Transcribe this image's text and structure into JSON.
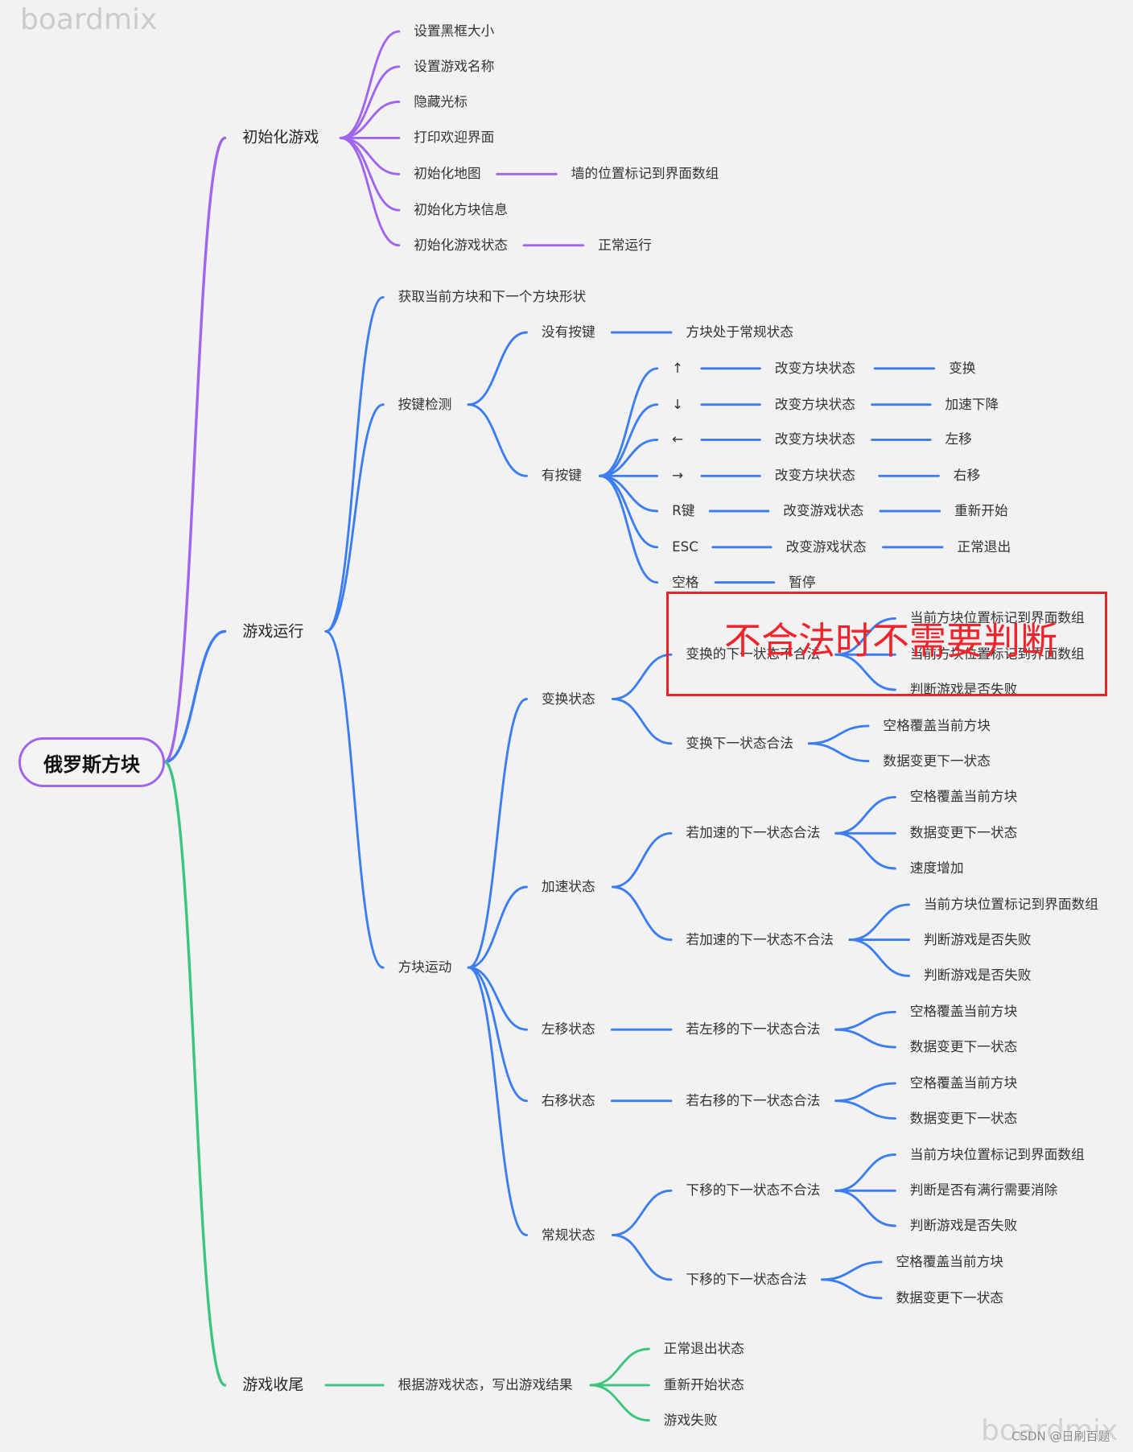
{
  "watermarks": {
    "brand_top": "boardmix",
    "brand_bottom": "boardmix",
    "credit": "CSDN @日刷百题"
  },
  "colors": {
    "background": "#f2f2f2",
    "root_border": "#a064ee",
    "annotation": "#e6262b",
    "annotation_text": "#f2232a",
    "node_text": "#333333"
  },
  "mindmap": {
    "root": {
      "label": "俄罗斯方块",
      "children": [
        {
          "label": "初始化游戏",
          "color": "#a064ee",
          "children": [
            {
              "label": "设置黑框大小"
            },
            {
              "label": "设置游戏名称"
            },
            {
              "label": "隐藏光标"
            },
            {
              "label": "打印欢迎界面"
            },
            {
              "label": "初始化地图",
              "children": [
                {
                  "label": "墙的位置标记到界面数组"
                }
              ]
            },
            {
              "label": "初始化方块信息"
            },
            {
              "label": "初始化游戏状态",
              "children": [
                {
                  "label": "正常运行"
                }
              ]
            }
          ]
        },
        {
          "label": "游戏运行",
          "color": "#3c7ef2",
          "children": [
            {
              "label": "获取当前方块和下一个方块形状"
            },
            {
              "label": "按键检测",
              "children": [
                {
                  "label": "没有按键",
                  "children": [
                    {
                      "label": "方块处于常规状态"
                    }
                  ]
                },
                {
                  "label": "有按键",
                  "children": [
                    {
                      "label": "↑",
                      "children": [
                        {
                          "label": "改变方块状态",
                          "children": [
                            {
                              "label": "变换"
                            }
                          ]
                        }
                      ]
                    },
                    {
                      "label": "↓",
                      "children": [
                        {
                          "label": "改变方块状态",
                          "children": [
                            {
                              "label": "加速下降"
                            }
                          ]
                        }
                      ]
                    },
                    {
                      "label": "←",
                      "children": [
                        {
                          "label": "改变方块状态",
                          "children": [
                            {
                              "label": "左移"
                            }
                          ]
                        }
                      ]
                    },
                    {
                      "label": "→",
                      "children": [
                        {
                          "label": "改变方块状态",
                          "children": [
                            {
                              "label": "右移"
                            }
                          ]
                        }
                      ]
                    },
                    {
                      "label": "R键",
                      "children": [
                        {
                          "label": "改变游戏状态",
                          "children": [
                            {
                              "label": "重新开始"
                            }
                          ]
                        }
                      ]
                    },
                    {
                      "label": "ESC",
                      "children": [
                        {
                          "label": "改变游戏状态",
                          "children": [
                            {
                              "label": "正常退出"
                            }
                          ]
                        }
                      ]
                    },
                    {
                      "label": "空格",
                      "children": [
                        {
                          "label": "暂停"
                        }
                      ]
                    }
                  ]
                }
              ]
            },
            {
              "label": "方块运动",
              "children": [
                {
                  "label": "变换状态",
                  "children": [
                    {
                      "label": "变换的下一状态不合法",
                      "children": [
                        {
                          "label": "当前方块位置标记到界面数组"
                        },
                        {
                          "label": "当前方块位置标记到界面数组"
                        },
                        {
                          "label": "判断游戏是否失败"
                        }
                      ]
                    },
                    {
                      "label": "变换下一状态合法",
                      "children": [
                        {
                          "label": "空格覆盖当前方块"
                        },
                        {
                          "label": "数据变更下一状态"
                        }
                      ]
                    }
                  ]
                },
                {
                  "label": "加速状态",
                  "children": [
                    {
                      "label": "若加速的下一状态合法",
                      "children": [
                        {
                          "label": "空格覆盖当前方块"
                        },
                        {
                          "label": "数据变更下一状态"
                        },
                        {
                          "label": "速度增加"
                        }
                      ]
                    },
                    {
                      "label": "若加速的下一状态不合法",
                      "children": [
                        {
                          "label": "当前方块位置标记到界面数组"
                        },
                        {
                          "label": "判断游戏是否失败"
                        },
                        {
                          "label": "判断游戏是否失败"
                        }
                      ]
                    }
                  ]
                },
                {
                  "label": "左移状态",
                  "children": [
                    {
                      "label": "若左移的下一状态合法",
                      "children": [
                        {
                          "label": "空格覆盖当前方块"
                        },
                        {
                          "label": "数据变更下一状态"
                        }
                      ]
                    }
                  ]
                },
                {
                  "label": "右移状态",
                  "children": [
                    {
                      "label": "若右移的下一状态合法",
                      "children": [
                        {
                          "label": "空格覆盖当前方块"
                        },
                        {
                          "label": "数据变更下一状态"
                        }
                      ]
                    }
                  ]
                },
                {
                  "label": "常规状态",
                  "children": [
                    {
                      "label": "下移的下一状态不合法",
                      "children": [
                        {
                          "label": "当前方块位置标记到界面数组"
                        },
                        {
                          "label": "判断是否有满行需要消除"
                        },
                        {
                          "label": "判断游戏是否失败"
                        }
                      ]
                    },
                    {
                      "label": "下移的下一状态合法",
                      "children": [
                        {
                          "label": "空格覆盖当前方块"
                        },
                        {
                          "label": "数据变更下一状态"
                        }
                      ]
                    }
                  ]
                }
              ]
            }
          ]
        },
        {
          "label": "游戏收尾",
          "color": "#3cc57f",
          "children": [
            {
              "label": "根据游戏状态，写出游戏结果",
              "children": [
                {
                  "label": "正常退出状态"
                },
                {
                  "label": "重新开始状态"
                },
                {
                  "label": "游戏失败"
                }
              ]
            }
          ]
        }
      ]
    }
  },
  "annotation": {
    "label": "不合法时不需要判断"
  }
}
